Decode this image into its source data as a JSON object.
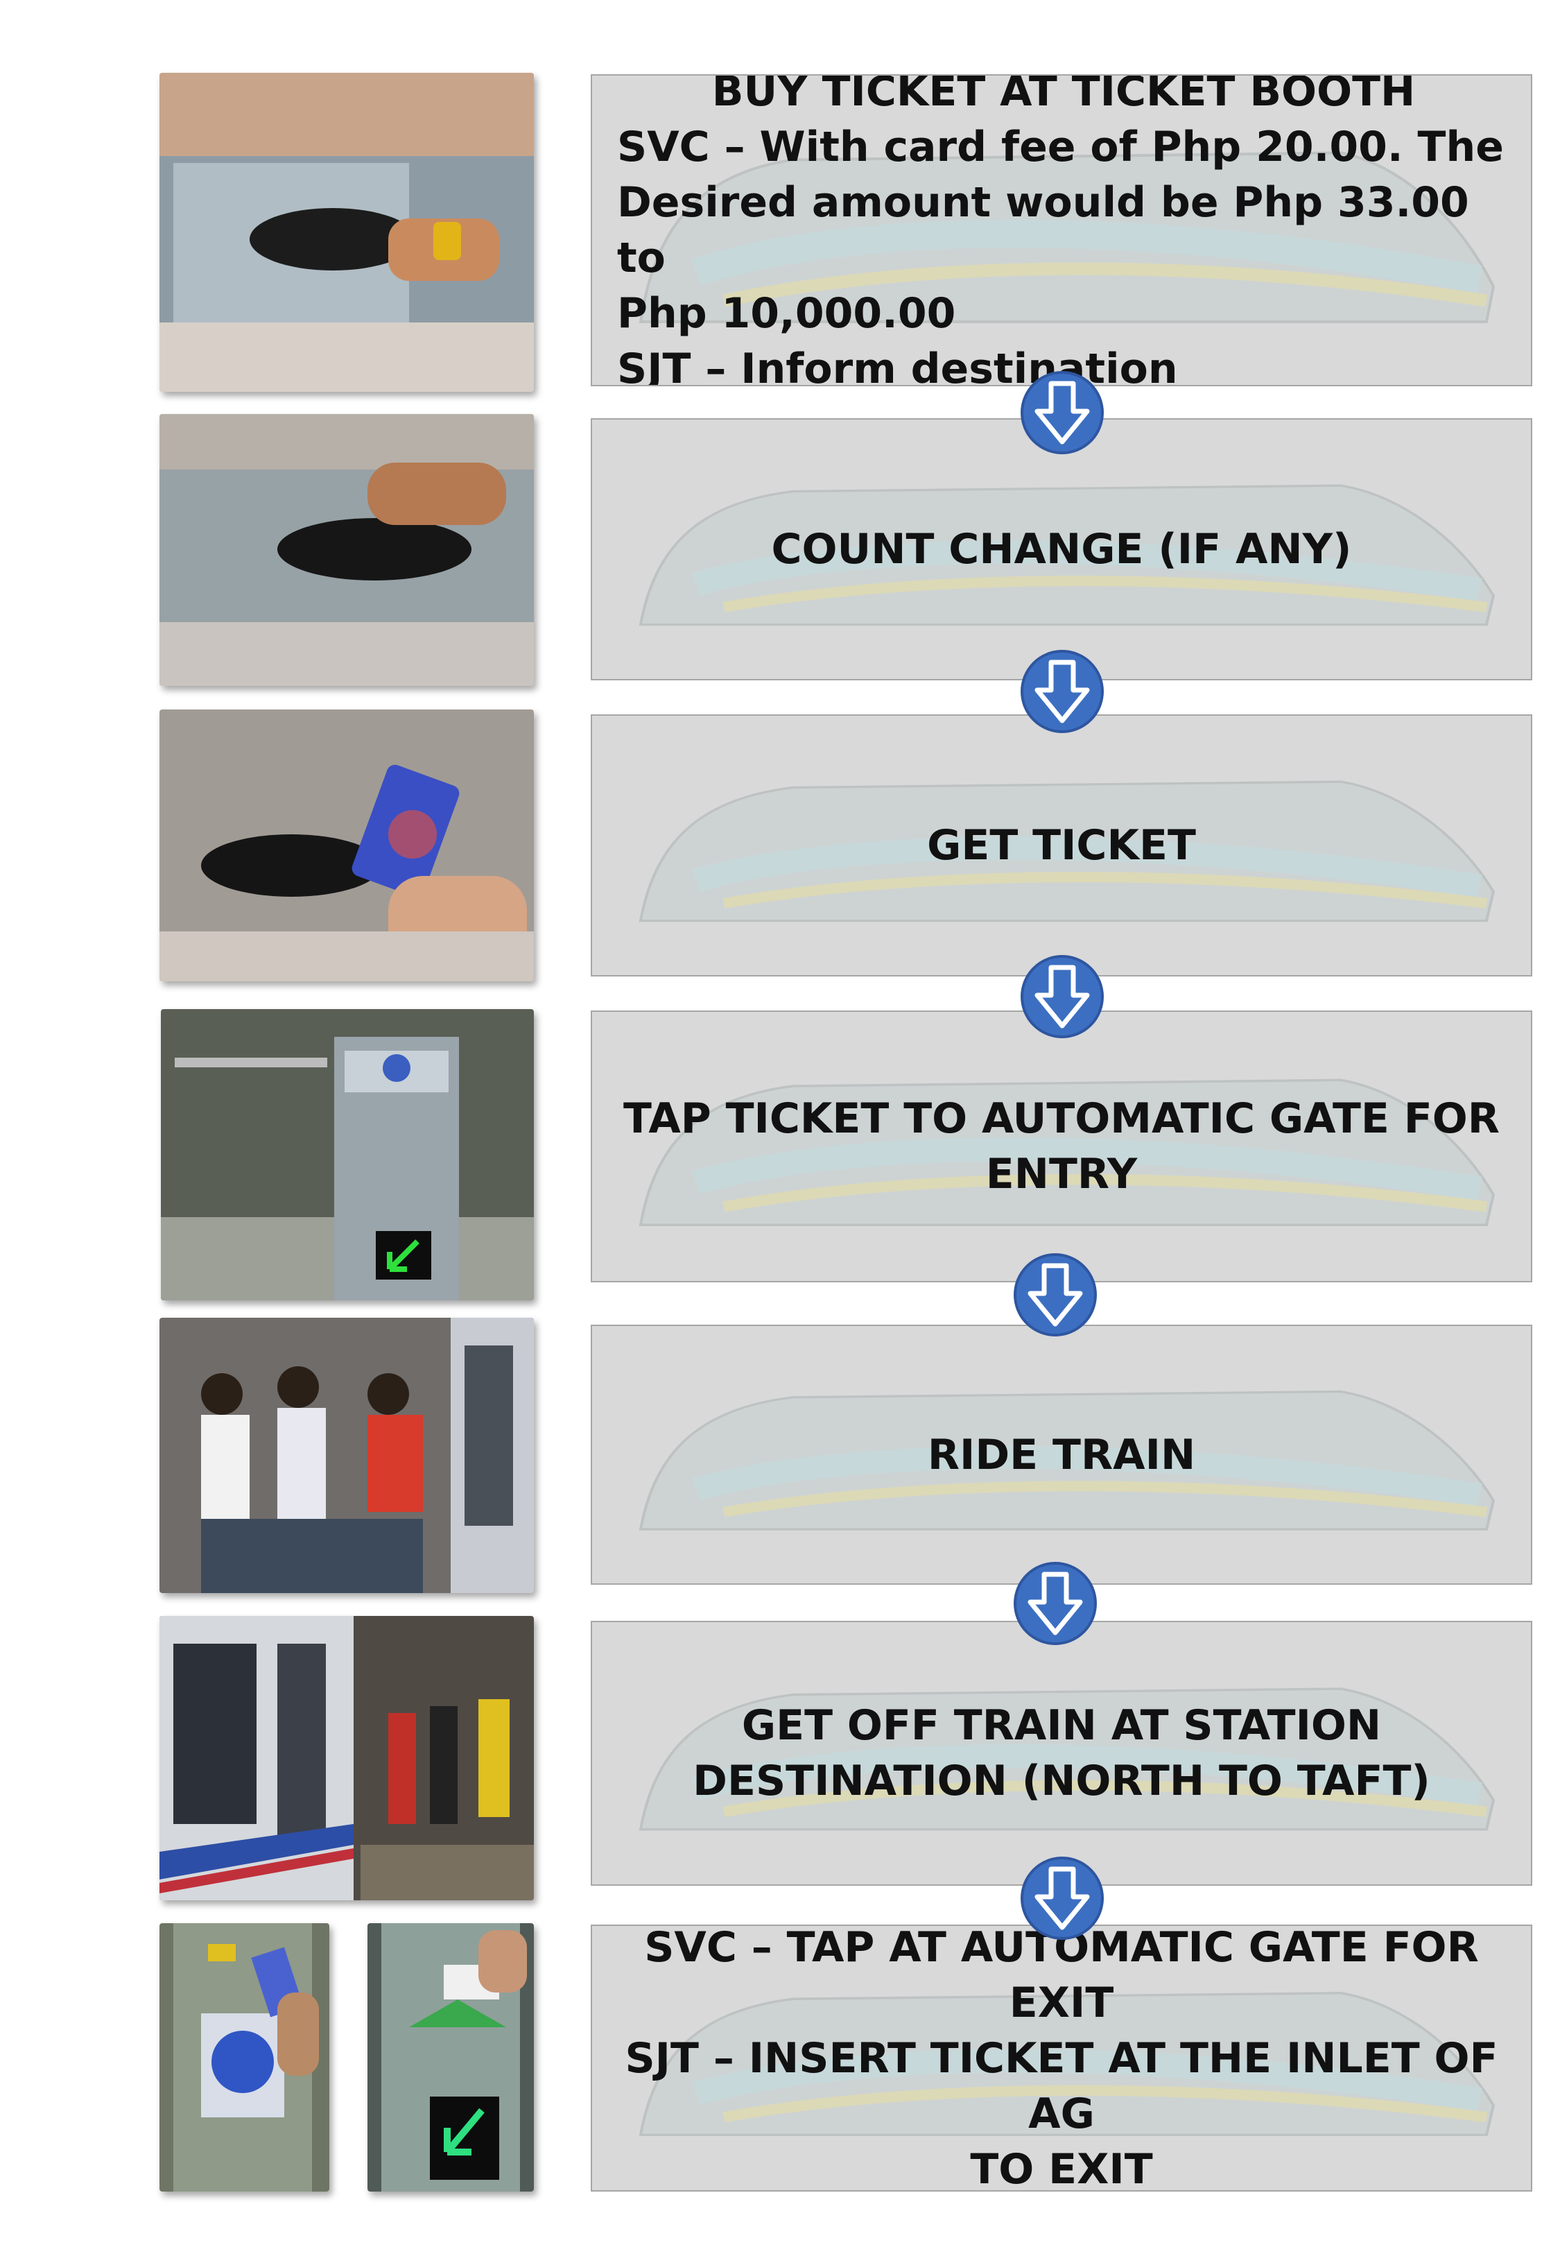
{
  "steps": [
    {
      "lines": [
        "BUY TICKET AT TICKET BOOTH",
        "SVC – With card fee of Php 20.00. The",
        "Desired amount would be Php 33.00 to",
        "Php 10,000.00",
        "SJT – Inform destination"
      ]
    },
    {
      "lines": [
        "COUNT CHANGE (IF ANY)"
      ]
    },
    {
      "lines": [
        "GET TICKET"
      ]
    },
    {
      "lines": [
        "TAP TICKET TO AUTOMATIC GATE FOR",
        "ENTRY"
      ]
    },
    {
      "lines": [
        "RIDE TRAIN"
      ]
    },
    {
      "lines": [
        "GET OFF TRAIN AT STATION",
        "DESTINATION (NORTH TO TAFT)"
      ]
    },
    {
      "lines": [
        "SVC – TAP AT AUTOMATIC GATE FOR",
        "EXIT",
        "SJT – INSERT TICKET AT THE INLET OF AG",
        "TO EXIT"
      ]
    }
  ],
  "photos": [
    "ticket-booth-photo",
    "count-change-photo",
    "get-ticket-photo",
    "entry-gate-photo",
    "ride-train-photo",
    "get-off-train-photo",
    "exit-gate-tap-photo",
    "exit-gate-insert-photo"
  ],
  "icons": {
    "flow_arrow": "down-arrow-icon",
    "background_art": "train-icon"
  },
  "colors": {
    "box_fill": "#d9d9d9",
    "box_border": "#a6a6a6",
    "arrow_fill": "#3c6fc1",
    "arrow_ring": "#ffffff",
    "text": "#111111"
  }
}
